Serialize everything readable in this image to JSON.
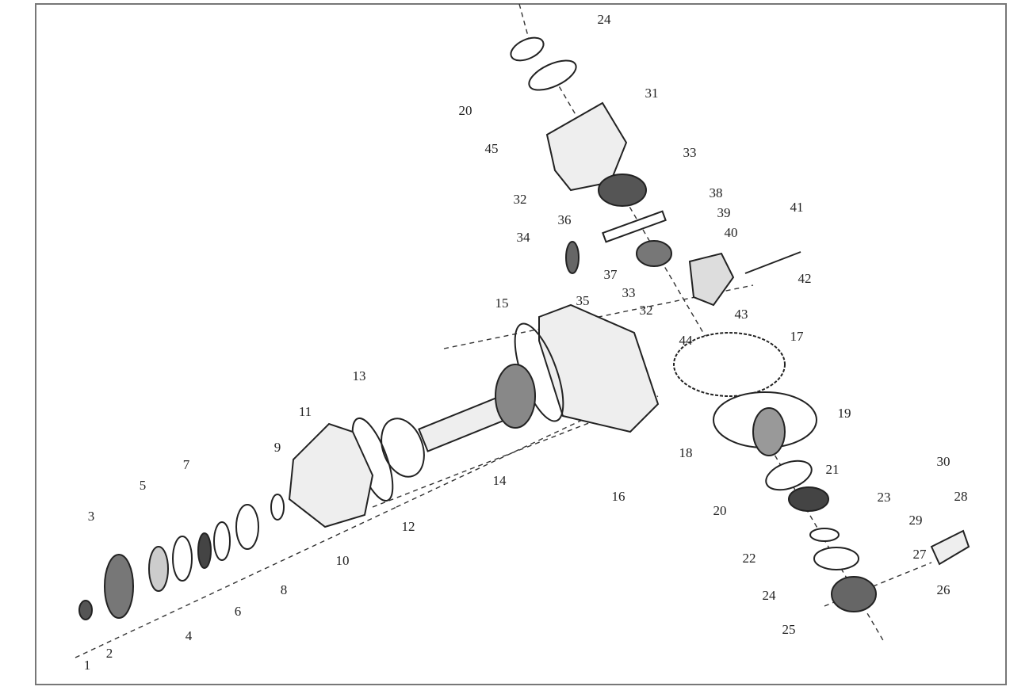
{
  "diagram": {
    "title": "Exploded view of differential / drive assembly",
    "part_labels": [
      "24",
      "20",
      "31",
      "45",
      "33",
      "32",
      "38",
      "39",
      "40",
      "41",
      "36",
      "34",
      "37",
      "35",
      "33",
      "32",
      "42",
      "43",
      "44",
      "15",
      "17",
      "13",
      "11",
      "19",
      "9",
      "18",
      "14",
      "7",
      "5",
      "3",
      "16",
      "20",
      "21",
      "23",
      "30",
      "28",
      "29",
      "12",
      "10",
      "8",
      "6",
      "4",
      "2",
      "1",
      "22",
      "27",
      "26",
      "24",
      "25"
    ]
  }
}
